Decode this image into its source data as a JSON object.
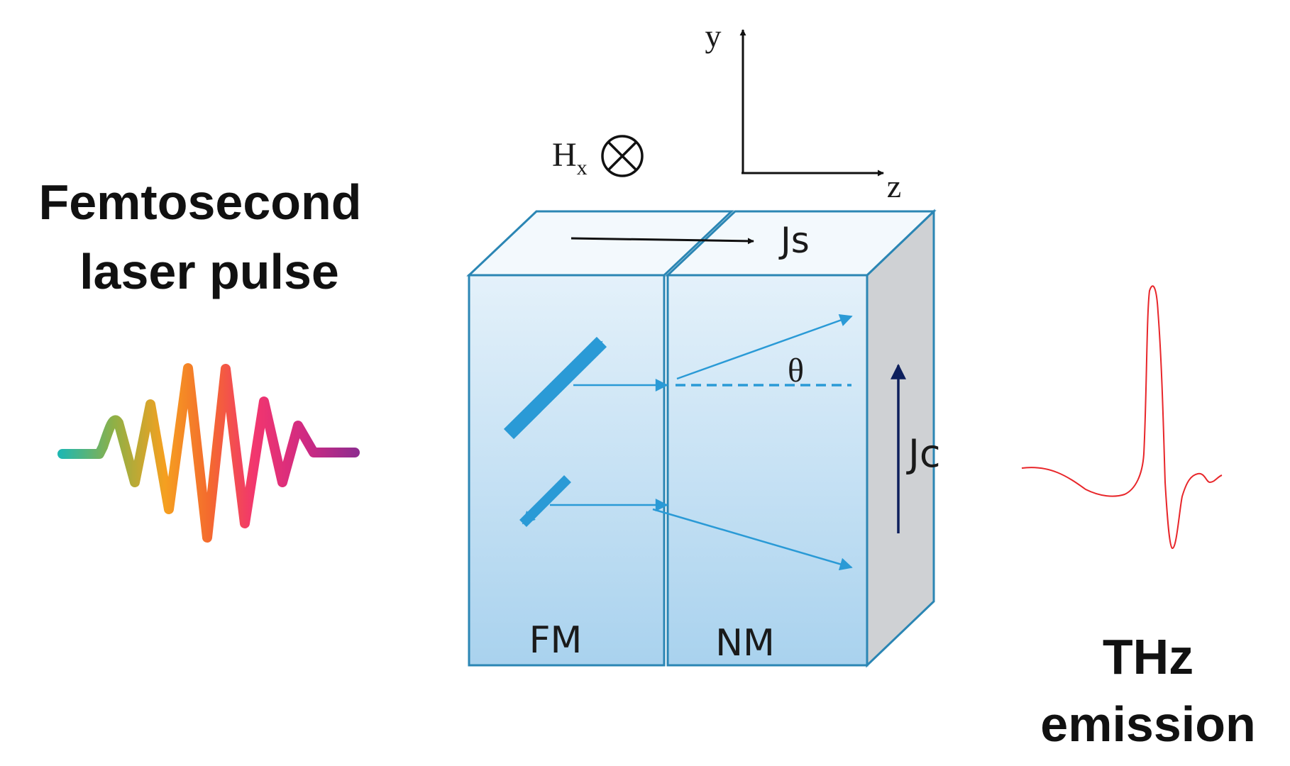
{
  "left_title": {
    "line1": "Femtosecond",
    "line2": "laser pulse"
  },
  "right_title": {
    "line1": "THz",
    "line2": "emission"
  },
  "axes": {
    "y": "y",
    "z": "z"
  },
  "field": {
    "symbol": "H",
    "subscript": "x"
  },
  "labels": {
    "spin_current": "Js",
    "charge_current": "Jc",
    "angle": "θ",
    "ferromagnet": "FM",
    "normal_metal": "NM"
  },
  "colors": {
    "box_stroke": "#2b86b4",
    "box_top": "#f3f9fd",
    "box_grad_top": "#e4f1fa",
    "box_grad_bottom": "#a9d2ee",
    "side_face": "#cfd1d4",
    "arrow_blue": "#2a9ad6",
    "jc_arrow": "#0d1f5c",
    "thz_trace": "#e8262a",
    "pulse_gradient": [
      "#1fb7b0",
      "#8fb046",
      "#f5a020",
      "#f46a2e",
      "#f2366e",
      "#d02a82",
      "#8e2c8f"
    ]
  }
}
